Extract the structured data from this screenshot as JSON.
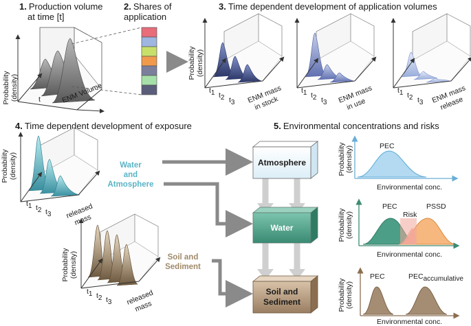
{
  "sections": {
    "s1": {
      "num": "1.",
      "line1": "Production volume",
      "line2": "at time [t]"
    },
    "s2": {
      "num": "2.",
      "line1": "Shares of",
      "line2": "application"
    },
    "s3": {
      "num": "3.",
      "title": "Time dependent development of application volumes"
    },
    "s4": {
      "num": "4.",
      "title": "Time dependent development of exposure"
    },
    "s5": {
      "num": "5.",
      "title": "Environmental concentrations and risks"
    }
  },
  "panel1": {
    "ylabel1": "Probability",
    "ylabel2": "(density)",
    "tlabel": "t",
    "xlabel": "ENM Volume"
  },
  "panel3": [
    {
      "ylabel1": "Probability",
      "ylabel2": "(density)",
      "t1": "t",
      "t2": "t",
      "t3": "t",
      "sub1": "1",
      "sub2": "2",
      "sub3": "3",
      "x1": "ENM mass",
      "x2": "in stock"
    },
    {
      "ylabel1": "",
      "ylabel2": "",
      "t1": "t",
      "t2": "t",
      "t3": "t",
      "sub1": "1",
      "sub2": "2",
      "sub3": "3",
      "x1": "ENM mass",
      "x2": "in use"
    },
    {
      "ylabel1": "",
      "ylabel2": "",
      "t1": "t",
      "t2": "t",
      "t3": "t",
      "sub1": "1",
      "sub2": "2",
      "sub3": "3",
      "x1": "ENM mass",
      "x2": "release"
    }
  ],
  "panel4a": {
    "ylabel1": "Probability",
    "ylabel2": "(density)",
    "t1": "t",
    "t2": "t",
    "t3": "t",
    "sub1": "1",
    "sub2": "2",
    "sub3": "3",
    "x1": "released",
    "x2": "mass"
  },
  "panel4b": {
    "ylabel1": "Probability",
    "ylabel2": "(density)",
    "t1": "t",
    "t2": "t",
    "t3": "t",
    "sub1": "1",
    "sub2": "2",
    "sub3": "3",
    "x1": "released",
    "x2": "mass"
  },
  "flows": {
    "water_atm1": "Water",
    "water_atm2": "and",
    "water_atm3": "Atmosphere",
    "soil1": "Soil and",
    "soil2": "Sediment"
  },
  "boxes": {
    "atmosphere": "Atmosphere",
    "water": "Water",
    "soil1": "Soil and",
    "soil2": "Sediment"
  },
  "risk_panels": [
    {
      "ylabel1": "Probability",
      "ylabel2": "(density)",
      "pec": "PEC",
      "xlabel": "Environmental conc."
    },
    {
      "ylabel1": "Probability",
      "ylabel2": "(density)",
      "pec": "PEC",
      "risk": "Risk",
      "pssd": "PSSD",
      "xlabel": "Environmental conc."
    },
    {
      "ylabel1": "Probability",
      "ylabel2": "(density)",
      "pec": "PEC",
      "pec2": "PEC",
      "pec2_sub": "accumulative",
      "xlabel": "Environmental conc."
    }
  ],
  "colors": {
    "stock": "#3d4a7a",
    "use": "#7f8fc4",
    "release": "#b8c6e8",
    "water_flow": "#5ab4c5",
    "soil_flow": "#a08a6a",
    "atmosphere_box": "#eaf5fb",
    "water_box": "#4d9e86",
    "soil_box": "#a58d74",
    "pec_blue": "#8cc9e8",
    "pec_green": "#4d9e86",
    "pssd_orange": "#f5b070",
    "risk": "#f2a79a",
    "pec_brown": "#a58d74",
    "arrow_grey": "#8a8a8a"
  },
  "share_bar_colors": [
    "#e86c7a",
    "#9fb6e0",
    "#c8e06a",
    "#f29a4c",
    "#7c7f9c",
    "#a6e0a8",
    "#5a5e7a"
  ]
}
